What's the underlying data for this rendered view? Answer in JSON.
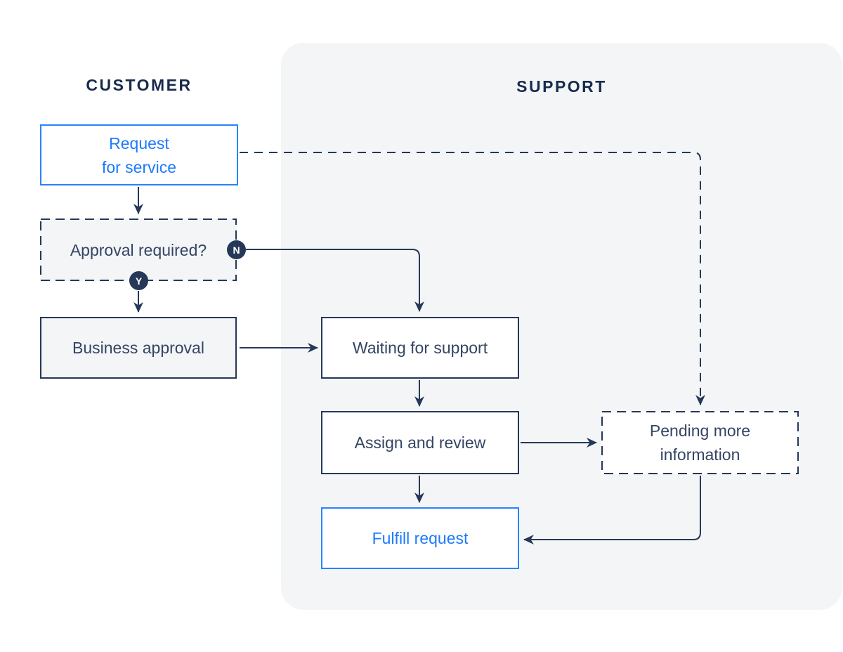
{
  "colors": {
    "navy_line": "#253858",
    "navy_text": "#344563",
    "header_text": "#172B4D",
    "blue_border": "#2684FF",
    "blue_text": "#1D7AFC",
    "panel_background": "#F4F5F7",
    "gray_node_fill": "#F4F5F7",
    "white": "#ffffff"
  },
  "lanes": {
    "customer": {
      "label": "CUSTOMER"
    },
    "support": {
      "label": "SUPPORT"
    }
  },
  "nodes": {
    "request_for_service": {
      "line1": "Request",
      "line2": "for service"
    },
    "approval_required": {
      "label": "Approval required?"
    },
    "business_approval": {
      "label": "Business approval"
    },
    "waiting_for_support": {
      "label": "Waiting for support"
    },
    "assign_and_review": {
      "label": "Assign and review"
    },
    "fulfill_request": {
      "label": "Fulfill request"
    },
    "pending_more_information": {
      "line1": "Pending more",
      "line2": "information"
    }
  },
  "badges": {
    "no": "N",
    "yes": "Y"
  },
  "edges": [
    {
      "from": "request_for_service",
      "to": "approval_required",
      "style": "solid-arrow"
    },
    {
      "from": "request_for_service",
      "to": "pending_more_information",
      "style": "dashed-arrow"
    },
    {
      "from": "approval_required",
      "to": "waiting_for_support",
      "style": "solid-arrow",
      "condition": "N"
    },
    {
      "from": "approval_required",
      "to": "business_approval",
      "style": "solid-arrow",
      "condition": "Y"
    },
    {
      "from": "business_approval",
      "to": "waiting_for_support",
      "style": "solid-arrow"
    },
    {
      "from": "waiting_for_support",
      "to": "assign_and_review",
      "style": "solid-arrow"
    },
    {
      "from": "assign_and_review",
      "to": "pending_more_information",
      "style": "solid-arrow"
    },
    {
      "from": "assign_and_review",
      "to": "fulfill_request",
      "style": "solid-arrow"
    },
    {
      "from": "pending_more_information",
      "to": "fulfill_request",
      "style": "solid-arrow"
    }
  ]
}
